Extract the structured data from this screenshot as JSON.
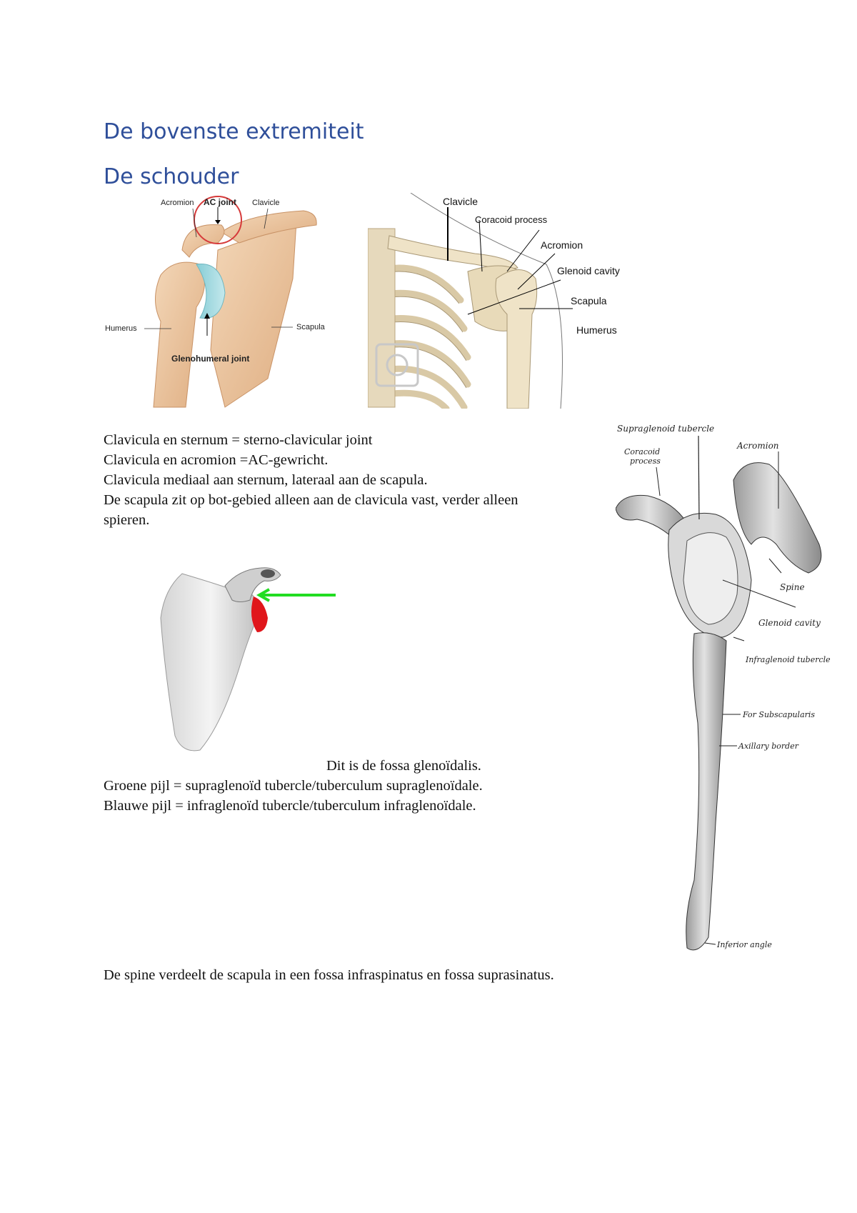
{
  "headings": {
    "h1": "De bovenste extremiteit",
    "h2": "De schouder"
  },
  "figure1": {
    "labels": {
      "acromion": "Acromion",
      "ac_joint": "AC joint",
      "clavicle": "Clavicle",
      "humerus": "Humerus",
      "scapula": "Scapula",
      "glenohumeral": "Glenohumeral joint"
    }
  },
  "figure2": {
    "labels": {
      "clavicle": "Clavicle",
      "coracoid": "Coracoid process",
      "acromion": "Acromion",
      "glenoid": "Glenoid cavity",
      "scapula": "Scapula",
      "humerus": "Humerus"
    }
  },
  "figure3": {
    "labels": {
      "supraglenoid": "Supraglenoid tubercle",
      "coracoid_1": "Coracoid",
      "coracoid_2": "process",
      "acromion": "Acromion",
      "spine": "Spine",
      "glenoid": "Glenoid cavity",
      "infraglenoid": "Infraglenoid tubercle",
      "subscapularis": "For Subscapularis",
      "axillary": "Axillary border",
      "inferior": "Inferior angle"
    }
  },
  "paragraph1": [
    "Clavicula en sternum = sterno-clavicular joint",
    "Clavicula en acromion =AC-gewricht.",
    "Clavicula mediaal aan sternum, lateraal aan de scapula.",
    "De scapula zit op bot-gebied alleen aan de clavicula vast, verder alleen",
    "spieren."
  ],
  "paragraph2": {
    "centered": "Dit is de fossa glenoïdalis.",
    "lines": [
      "Groene pijl = supraglenoïd tubercle/tuberculum supraglenoïdale.",
      "Blauwe pijl = infraglenoïd tubercle/tuberculum infraglenoïdale."
    ]
  },
  "paragraph3": "De spine verdeelt de scapula in een fossa infraspinatus en fossa suprasinatus.",
  "colors": {
    "heading": "#2f4f9a",
    "highlight_red": "#e0161b",
    "arrow_green": "#22dd22"
  }
}
